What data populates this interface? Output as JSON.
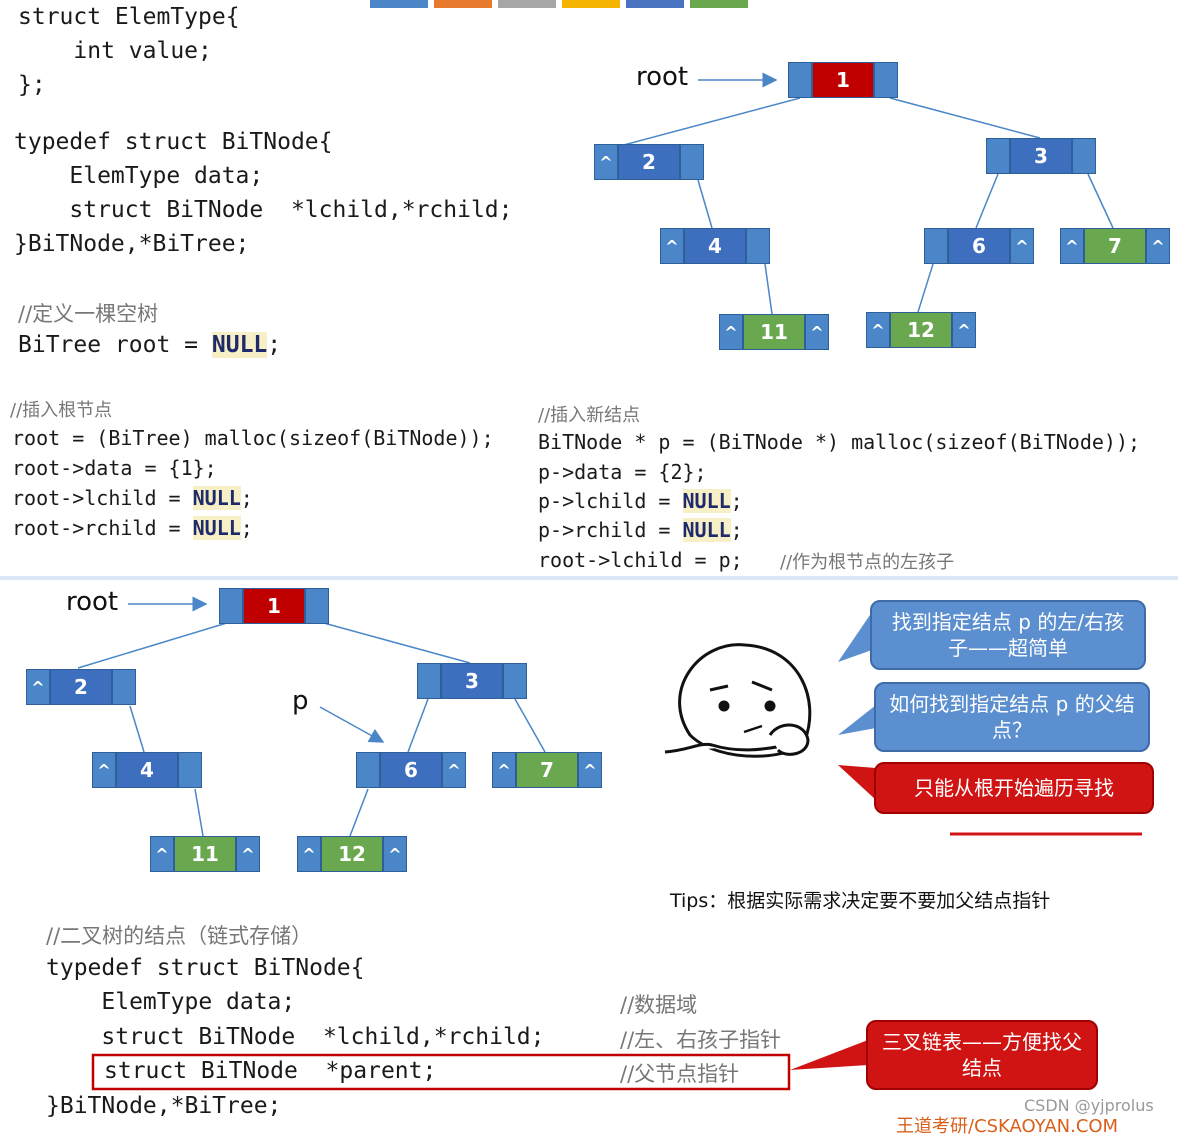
{
  "swatch_colors": [
    "#4a86c8",
    "#e87a2d",
    "#a6a6a6",
    "#f4b400",
    "#4a73c2",
    "#6aa84f"
  ],
  "top_code": {
    "l1": "struct ElemType{",
    "l2": "    int value;",
    "l3": "};",
    "l4": "typedef struct BiTNode{",
    "l5": "    ElemType data;",
    "l6": "    struct BiTNode  *lchild,*rchild;",
    "l7": "}BiTNode,*BiTree;",
    "c1": "//定义一棵空树",
    "l8a": "BiTree root = ",
    "l8b": "NULL",
    "l8c": ";"
  },
  "insert_root": {
    "comment": "//插入根节点",
    "l1": "root = (BiTree) malloc(sizeof(BiTNode));",
    "l2": "root->data = {1};",
    "l3a": "root->lchild = ",
    "l4a": "root->rchild = ",
    "nul": "NULL",
    "semi": ";"
  },
  "insert_new": {
    "comment": "//插入新结点",
    "l1": "BiTNode * p = (BiTNode *) malloc(sizeof(BiTNode));",
    "l2": "p->data = {2};",
    "l3a": "p->lchild = ",
    "l4a": "p->rchild = ",
    "l5": "root->lchild = p;",
    "l5c": "//作为根节点的左孩子",
    "nul": "NULL",
    "semi": ";"
  },
  "labels": {
    "root": "root",
    "p": "p"
  },
  "null_mark": "^",
  "tree_top": {
    "n1": "1",
    "n2": "2",
    "n3": "3",
    "n4": "4",
    "n6": "6",
    "n7": "7",
    "n11": "11",
    "n12": "12"
  },
  "tree_bottom": {
    "n1": "1",
    "n2": "2",
    "n3": "3",
    "n4": "4",
    "n6": "6",
    "n7": "7",
    "n11": "11",
    "n12": "12"
  },
  "bubbles": {
    "b1": "找到指定结点 p 的左/右孩子——超简单",
    "b2": "如何找到指定结点 p 的父结点？",
    "b3": "只能从根开始遍历寻找",
    "b4": "三叉链表——方便找父结点"
  },
  "tips": "Tips：根据实际需求决定要不要加父结点指针",
  "bottom_code": {
    "comment": "//二叉树的结点（链式存储）",
    "l1": "typedef struct BiTNode{",
    "l2": "    ElemType data;",
    "l2c": "//数据域",
    "l3": "    struct BiTNode  *lchild,*rchild;",
    "l3c": "//左、右孩子指针",
    "l4": "struct BiTNode  *parent;",
    "l4c": "//父节点指针",
    "l5": "}BiTNode,*BiTree;"
  },
  "watermark": "CSDN @yjprolus",
  "watermark2": "王道考研/CSKAOYAN.COM"
}
